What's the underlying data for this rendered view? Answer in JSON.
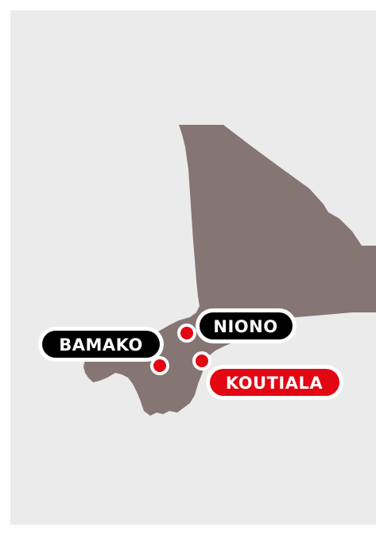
{
  "colors": {
    "background": "#ebebeb",
    "country_fill": "#857674",
    "label_black": "#000000",
    "label_red": "#e30613",
    "marker_red": "#e30613",
    "outline": "#ffffff"
  },
  "cities": [
    {
      "name": "BAMAKO",
      "style": "black"
    },
    {
      "name": "NIONO",
      "style": "black"
    },
    {
      "name": "KOUTIALA",
      "style": "red"
    }
  ]
}
